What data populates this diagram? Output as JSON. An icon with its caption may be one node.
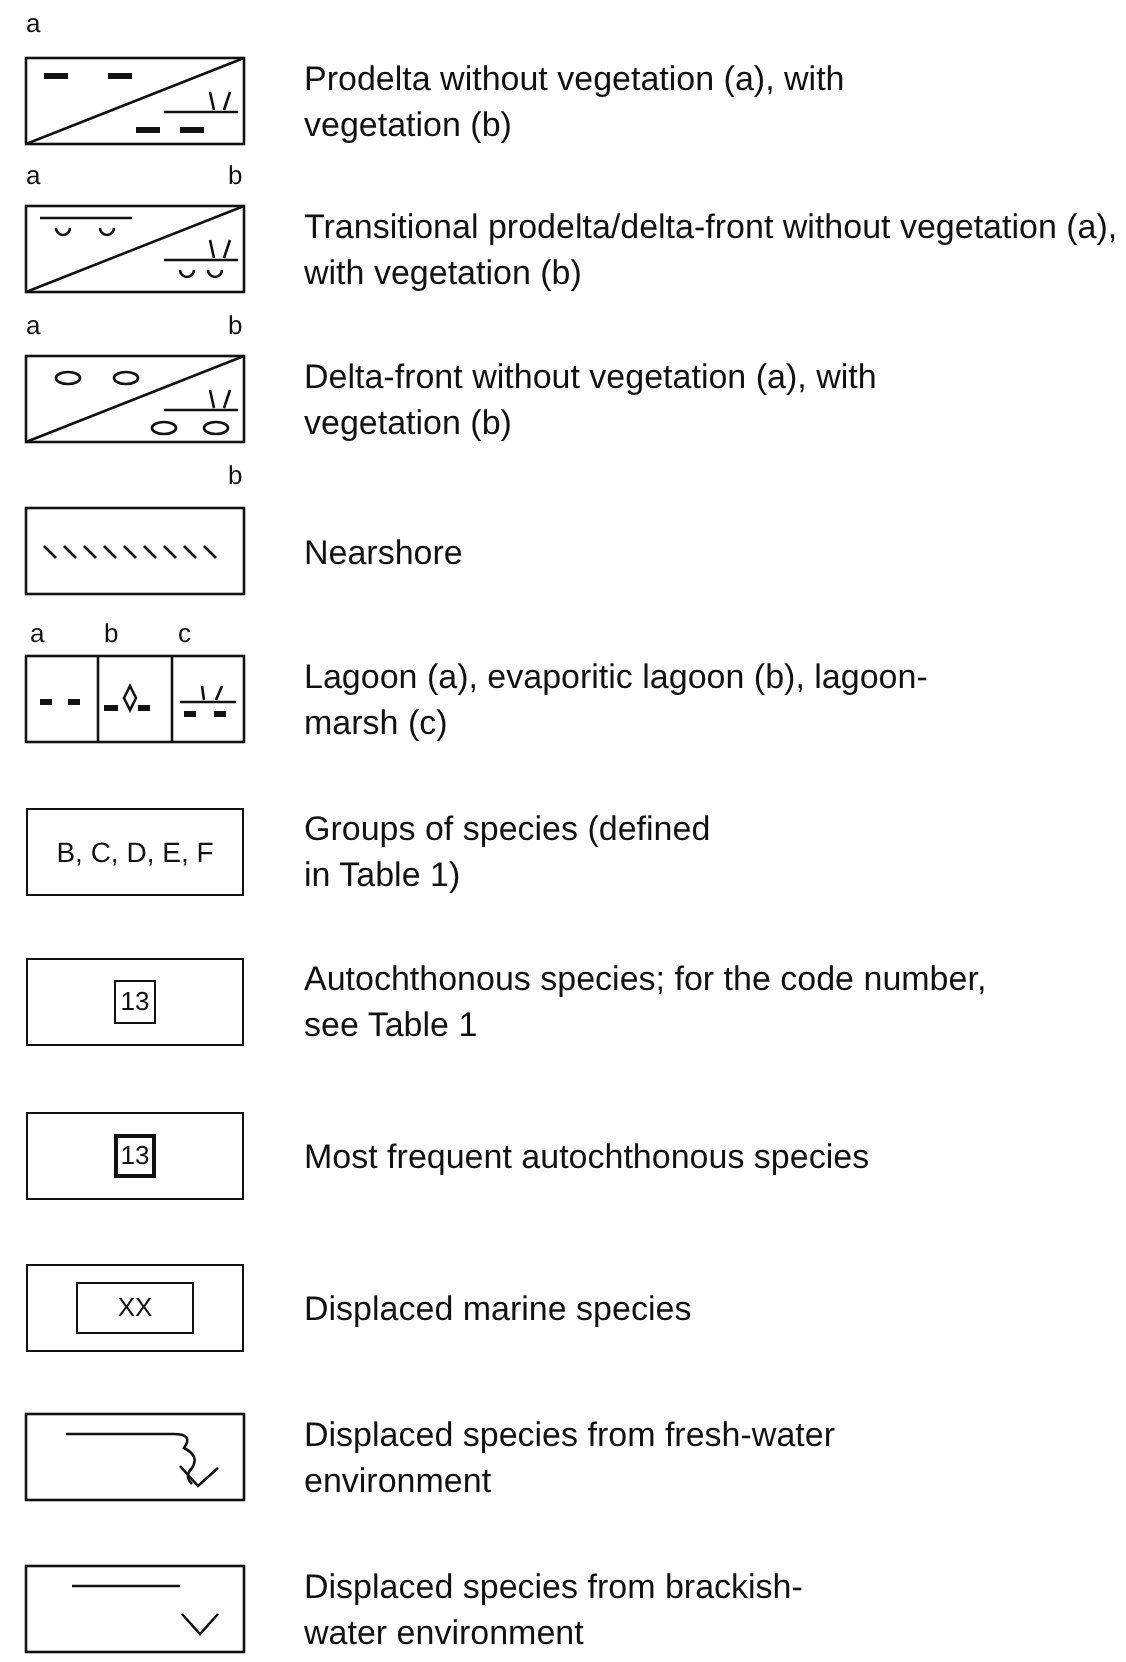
{
  "diagram": {
    "labels": [
      "a",
      "a",
      "b",
      "a",
      "b",
      "b",
      "a",
      "b",
      "c",
      "B, C, D, E, F",
      "13",
      "13",
      "XX"
    ],
    "legend": [
      {
        "text": "Prodelta without vegetation (a), with vegetation (b)"
      },
      {
        "text": "Transitional prodelta/delta-front without vegetation (a), with vegetation (b)"
      },
      {
        "text": "Delta-front without vegetation (a), with vegetation (b)"
      },
      {
        "text": "Nearshore"
      },
      {
        "text": "Lagoon (a), evaporitic lagoon (b), lagoon-marsh (c)"
      },
      {
        "text": "Groups of species (defined in Table 1)"
      },
      {
        "text": "Autochthonous species; for the code number, see Table 1"
      },
      {
        "text": "Most frequent autochthonous species"
      },
      {
        "text": "Displaced marine species"
      },
      {
        "text": "Displaced species from fresh-water environment"
      },
      {
        "text": "Displaced species from brackish-water environment"
      }
    ]
  }
}
